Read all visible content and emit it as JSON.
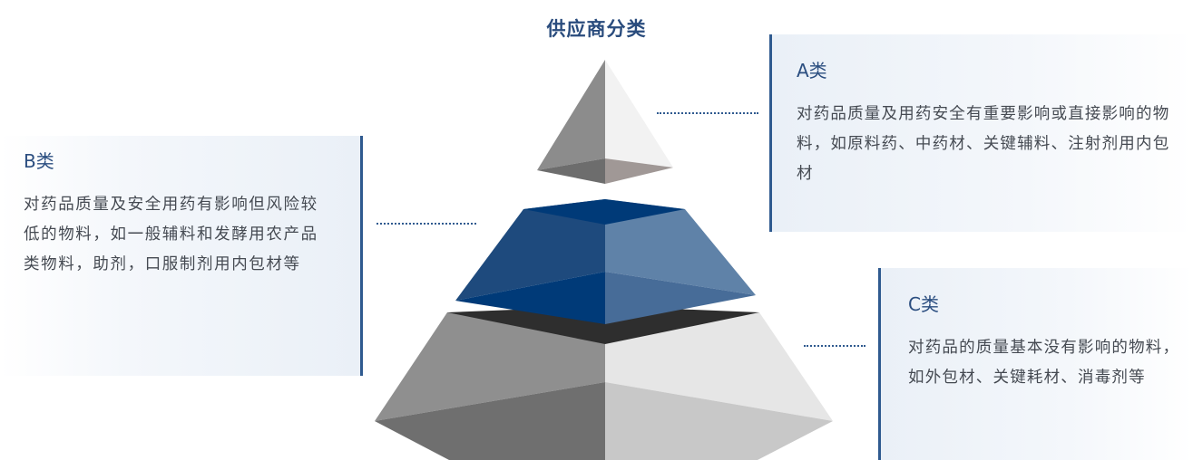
{
  "title": "供应商分类",
  "tiers": {
    "a": {
      "label": "A类",
      "description": "对药品质量及用药安全有重要影响或直接影响的物料，如原料药、中药材、关键辅料、注射剂用内包材"
    },
    "b": {
      "label": "B类",
      "description": "对药品质量及安全用药有影响但风险较低的物料，如一般辅料和发酵用农产品类物料，助剂，口服制剂用内包材等"
    },
    "c": {
      "label": "C类",
      "description": "对药品的质量基本没有影响的物料，如外包材、关键耗材、消毒剂等"
    }
  },
  "colors": {
    "accent": "#2f5a8f",
    "title": "#2a4c7d",
    "tier_a": "#8c8c8c",
    "tier_b": "#234f82",
    "tier_c": "#9a9a9a"
  }
}
